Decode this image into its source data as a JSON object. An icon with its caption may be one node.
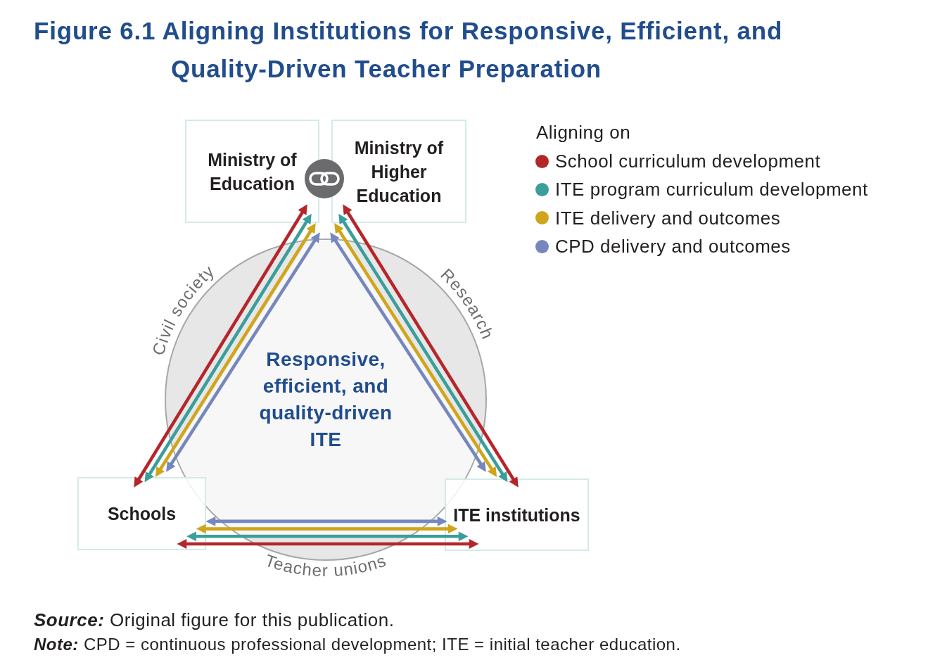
{
  "diagram": {
    "title": "Figure 6.1 Aligning Institutions for Responsive, Efficient, and Quality-Driven Teacher Preparation",
    "nodes": [
      {
        "text": [
          "Ministry of Education"
        ]
      },
      {
        "text": [
          "Ministry of Higher Education"
        ]
      },
      {
        "text": [
          "Schools"
        ]
      },
      {
        "text": [
          "ITE institutions"
        ]
      }
    ],
    "edges": [
      {
        "from": 2,
        "to": 0,
        "arrow": "both",
        "color": "#b5262b"
      },
      {
        "from": 2,
        "to": 0,
        "arrow": "both",
        "color": "#3a9e9a"
      },
      {
        "from": 2,
        "to": 0,
        "arrow": "both",
        "color": "#d0a51c"
      },
      {
        "from": 2,
        "to": 0,
        "arrow": "both",
        "color": "#7587bd"
      },
      {
        "from": 3,
        "to": 1,
        "arrow": "both",
        "color": "#b5262b"
      },
      {
        "from": 3,
        "to": 1,
        "arrow": "both",
        "color": "#3a9e9a"
      },
      {
        "from": 3,
        "to": 1,
        "arrow": "both",
        "color": "#d0a51c"
      },
      {
        "from": 3,
        "to": 1,
        "arrow": "both",
        "color": "#7587bd"
      },
      {
        "from": 2,
        "to": 3,
        "arrow": "both",
        "color": "#b5262b"
      },
      {
        "from": 2,
        "to": 3,
        "arrow": "both",
        "color": "#3a9e9a"
      },
      {
        "from": 2,
        "to": 3,
        "arrow": "both",
        "color": "#d0a51c"
      },
      {
        "from": 2,
        "to": 3,
        "arrow": "both",
        "color": "#7587bd"
      }
    ],
    "labels": [
      "Aligning on",
      "Civil society",
      "Research",
      "Responsive, efficient, and quality-driven ITE",
      "Teacher unions",
      "**Source:** Original figure for this publication.",
      "**Note:** CPD = continuous professional development; ITE = initial teacher education."
    ],
    "legend": [
      {
        "text": "School curriculum development",
        "color": "#b5262b"
      },
      {
        "text": "ITE program curriculum development",
        "color": "#3a9e9a"
      },
      {
        "text": "ITE delivery and outcomes",
        "color": "#d0a51c"
      },
      {
        "text": "CPD delivery and outcomes",
        "color": "#7587bd"
      }
    ]
  }
}
